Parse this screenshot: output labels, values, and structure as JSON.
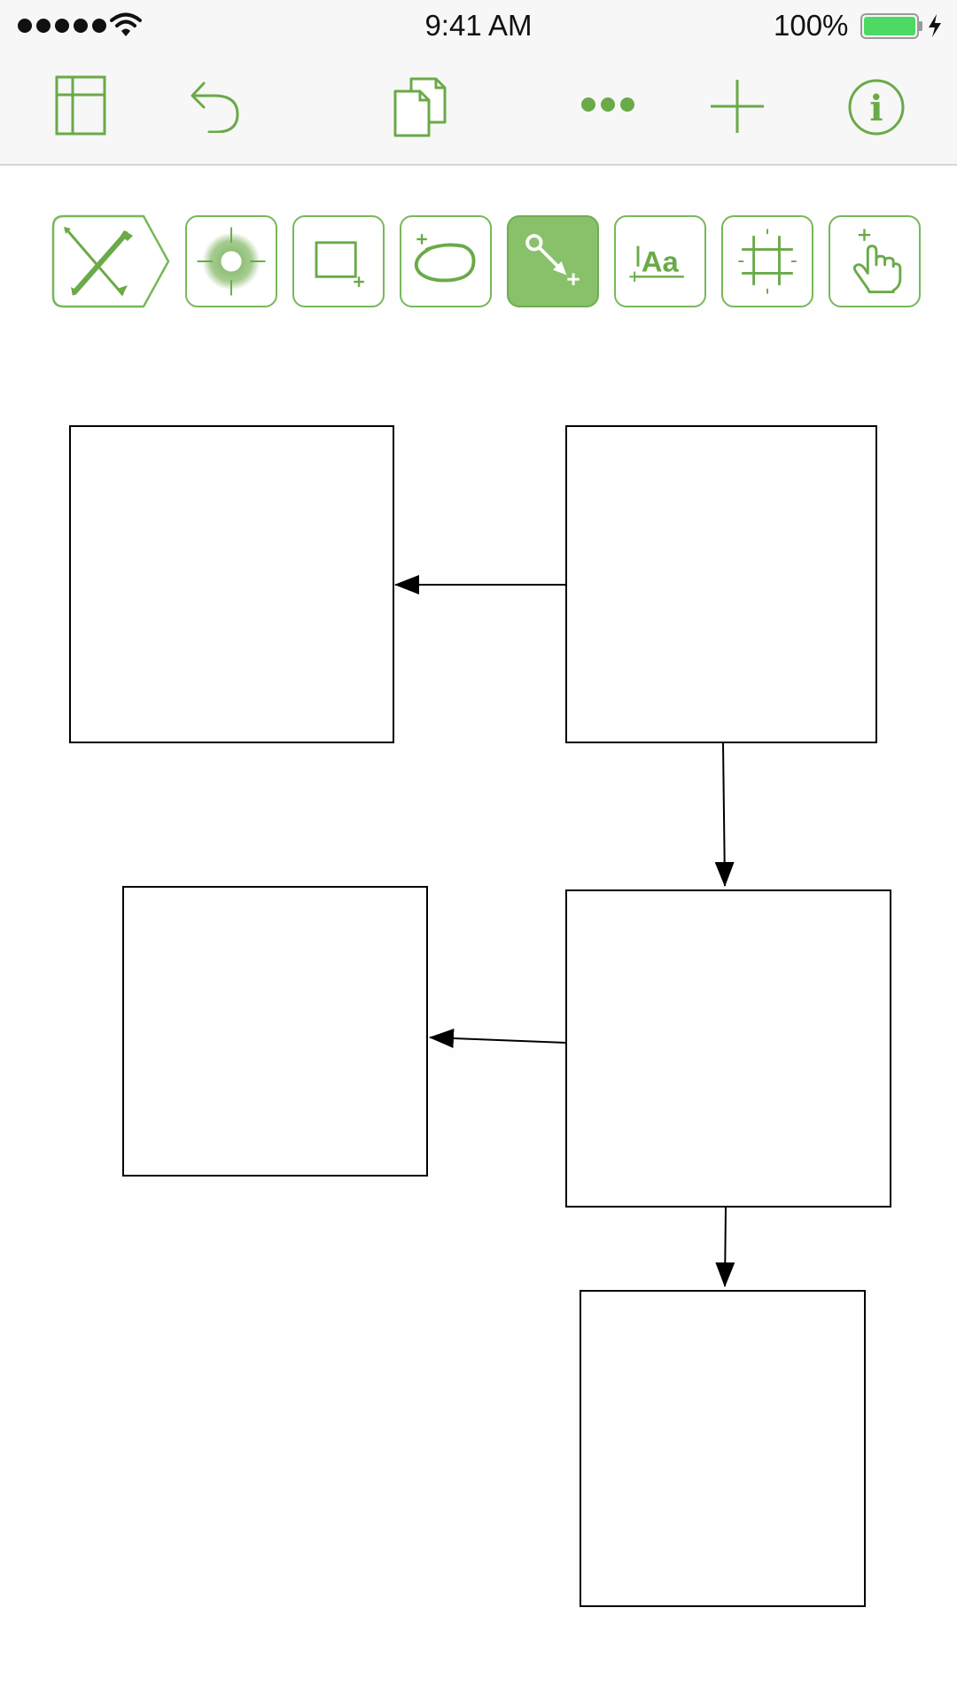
{
  "status_bar": {
    "time": "9:41 AM",
    "battery_percent": "100%",
    "battery_level": 1.0,
    "battery_color": "#4cd964"
  },
  "toolbar": {
    "accent_color": "#6aaa48",
    "buttons": [
      {
        "icon": "sidebar-icon"
      },
      {
        "icon": "undo-icon"
      },
      {
        "icon": "documents-icon"
      },
      {
        "icon": "more-icon"
      },
      {
        "icon": "add-icon"
      },
      {
        "icon": "info-icon",
        "glyph": "i"
      }
    ]
  },
  "tools": {
    "selected": "connection-tool",
    "text_tool_glyph": "Aa",
    "items": [
      {
        "name": "drawing-mode",
        "icon": "pencil-ruler-icon"
      },
      {
        "name": "selection-tool",
        "icon": "target-icon"
      },
      {
        "name": "shape-tool",
        "icon": "rectangle-plus-icon"
      },
      {
        "name": "lasso-tool",
        "icon": "lasso-icon"
      },
      {
        "name": "connection-tool",
        "icon": "connector-plus-icon"
      },
      {
        "name": "text-tool",
        "icon": "text-aa-icon"
      },
      {
        "name": "crop-tool",
        "icon": "crop-icon"
      },
      {
        "name": "touch-tool",
        "icon": "hand-pointer-icon"
      }
    ]
  },
  "diagram": {
    "nodes": [
      {
        "id": "top-left-box"
      },
      {
        "id": "top-right-box"
      },
      {
        "id": "middle-left-box"
      },
      {
        "id": "middle-right-box"
      },
      {
        "id": "bottom-box"
      }
    ],
    "edges": [
      {
        "from": "top-right-box",
        "to": "top-left-box"
      },
      {
        "from": "top-right-box",
        "to": "middle-right-box"
      },
      {
        "from": "middle-right-box",
        "to": "middle-left-box"
      },
      {
        "from": "middle-right-box",
        "to": "bottom-box"
      }
    ]
  }
}
